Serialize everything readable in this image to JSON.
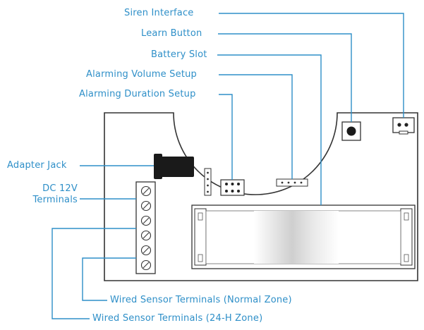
{
  "labels": {
    "siren_interface": "Siren Interface",
    "learn_button": "Learn Button",
    "battery_slot": "Battery Slot",
    "alarming_volume_setup": "Alarming Volume Setup",
    "alarming_duration_setup": "Alarming Duration Setup",
    "adapter_jack": "Adapter Jack",
    "dc_12v_line1": "DC 12V",
    "dc_12v_line2": "Terminals",
    "wired_normal_zone": "Wired Sensor Terminals (Normal Zone)",
    "wired_24h_zone": "Wired Sensor Terminals (24-H Zone)"
  },
  "colors": {
    "label": "#2e8fc8",
    "leader": "#2e8fc8",
    "board_outline": "#333333",
    "jack": "#1a1a1a"
  }
}
